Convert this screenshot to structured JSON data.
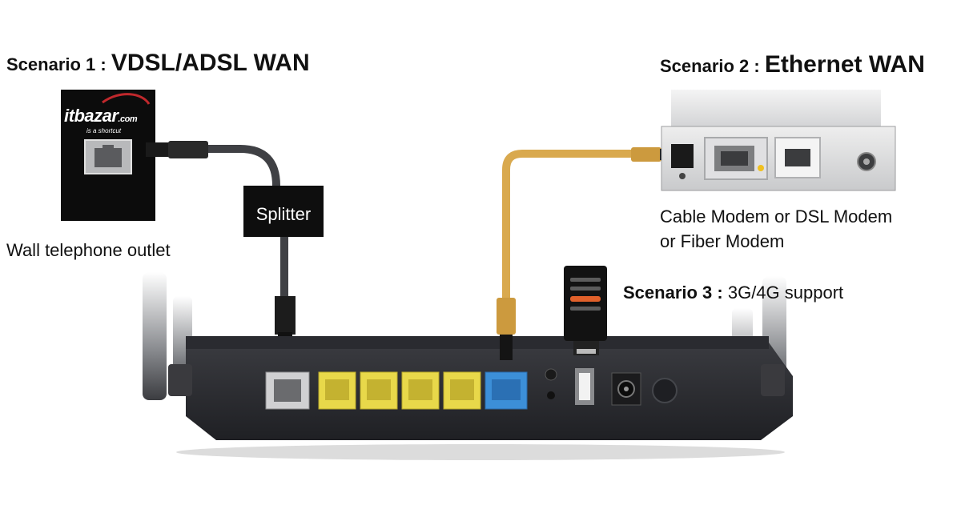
{
  "scenario1": {
    "prefix": "Scenario 1 : ",
    "title": "VDSL/ADSL WAN"
  },
  "scenario2": {
    "prefix": "Scenario 2 : ",
    "title": "Ethernet WAN"
  },
  "scenario3": {
    "prefix": "Scenario 3 : ",
    "title": "3G/4G support"
  },
  "wall_outlet_label": "Wall telephone outlet",
  "splitter_label": "Splitter",
  "modem_label": {
    "line1": "Cable Modem or DSL Modem",
    "line2": "or Fiber Modem"
  },
  "outlet_logo": {
    "brand": "itbazar",
    "domain": ".com",
    "tagline": "is a shortcut"
  },
  "colors": {
    "lan_ports": "#e8d84a",
    "wan_port": "#3c8fd8",
    "ethernet_cable": "#d9a94e",
    "router_body": "#2a2b2f",
    "phone_cable": "#444444"
  }
}
